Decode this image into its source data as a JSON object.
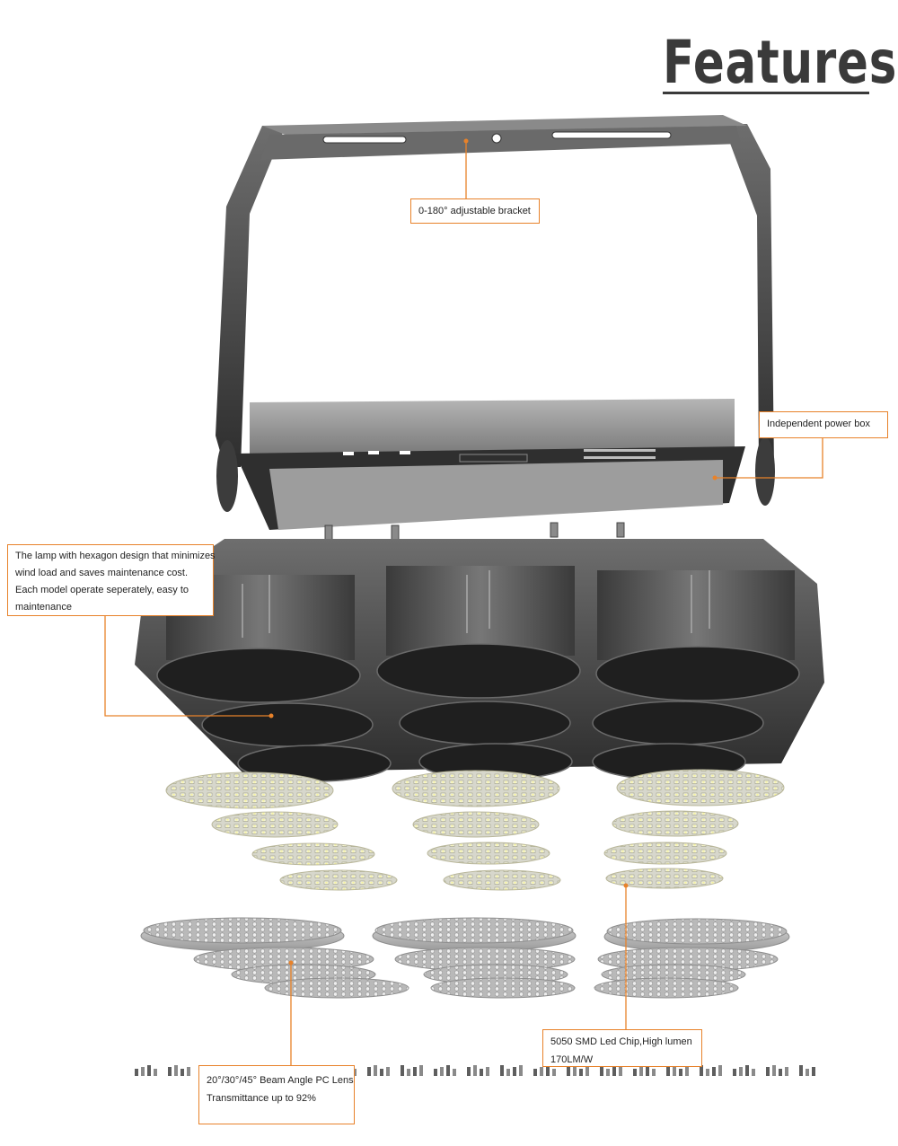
{
  "title": "Features",
  "colors": {
    "accent": "#e8822a",
    "title": "#3a3a3a",
    "metal": "#5d5d5d",
    "chip": "#e9e8a4"
  },
  "callouts": {
    "bracket": "0-180° adjustable bracket",
    "power_box": "Independent power box",
    "lamp": [
      "The lamp with hexagon design that minimizes",
      "wind load and  saves maintenance cost.",
      "Each model operate seperately, easy to",
      "maintenance"
    ],
    "led": [
      "5050 SMD Led Chip,High lumen",
      "170LM/W"
    ],
    "lens": [
      "20°/30°/45° Beam Angle PC Lens",
      "Transmittance up to 92%"
    ]
  }
}
